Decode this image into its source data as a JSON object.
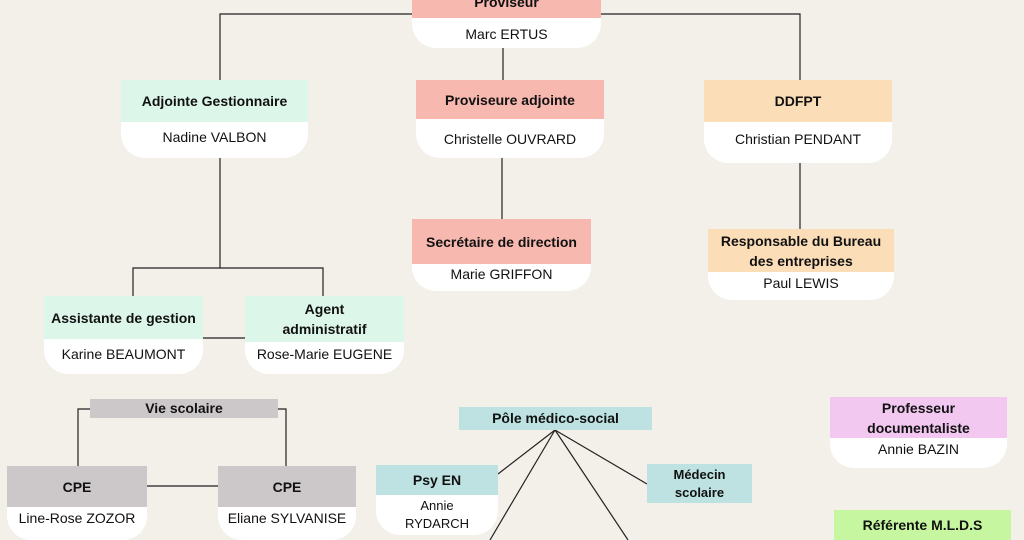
{
  "proviseur": {
    "title": "Proviseur",
    "name": "Marc ERTUS"
  },
  "adjointe_gestionnaire": {
    "title": "Adjointe Gestionnaire",
    "name": "Nadine VALBON"
  },
  "proviseure_adjointe": {
    "title": "Proviseure adjointe",
    "name": "Christelle OUVRARD"
  },
  "ddfpt": {
    "title": "DDFPT",
    "name": "Christian PENDANT"
  },
  "secretaire": {
    "title": "Secrétaire de direction",
    "name": "Marie GRIFFON"
  },
  "responsable_bureau": {
    "title": "Responsable du Bureau des entreprises",
    "name": "Paul LEWIS"
  },
  "assistante_gestion": {
    "title": "Assistante de gestion",
    "name": "Karine BEAUMONT"
  },
  "agent_administratif": {
    "title": "Agent administratif",
    "name": "Rose-Marie EUGENE"
  },
  "vie_scolaire": {
    "title": "Vie scolaire"
  },
  "cpe_1": {
    "title": "CPE",
    "name": "Line-Rose ZOZOR"
  },
  "cpe_2": {
    "title": "CPE",
    "name": "Eliane SYLVANISE"
  },
  "pole_medico_social": {
    "title": "Pôle médico-social"
  },
  "psy_en": {
    "title": "Psy EN",
    "name": "Annie RYDARCH"
  },
  "medecin": {
    "title": "Médecin scolaire"
  },
  "professeur_doc": {
    "title": "Professeur documentaliste",
    "name": "Annie BAZIN"
  },
  "referente_mlds": {
    "title": "Référente M.L.D.S"
  },
  "colors": {
    "background": "#f3efe9",
    "green": "#ddf6ea",
    "pink": "#f7b8b0",
    "peach": "#fbddb8",
    "grey": "#ccc7c9",
    "teal": "#bde2e1",
    "lilac": "#f2c8f0",
    "lime": "#c6f7a0"
  }
}
